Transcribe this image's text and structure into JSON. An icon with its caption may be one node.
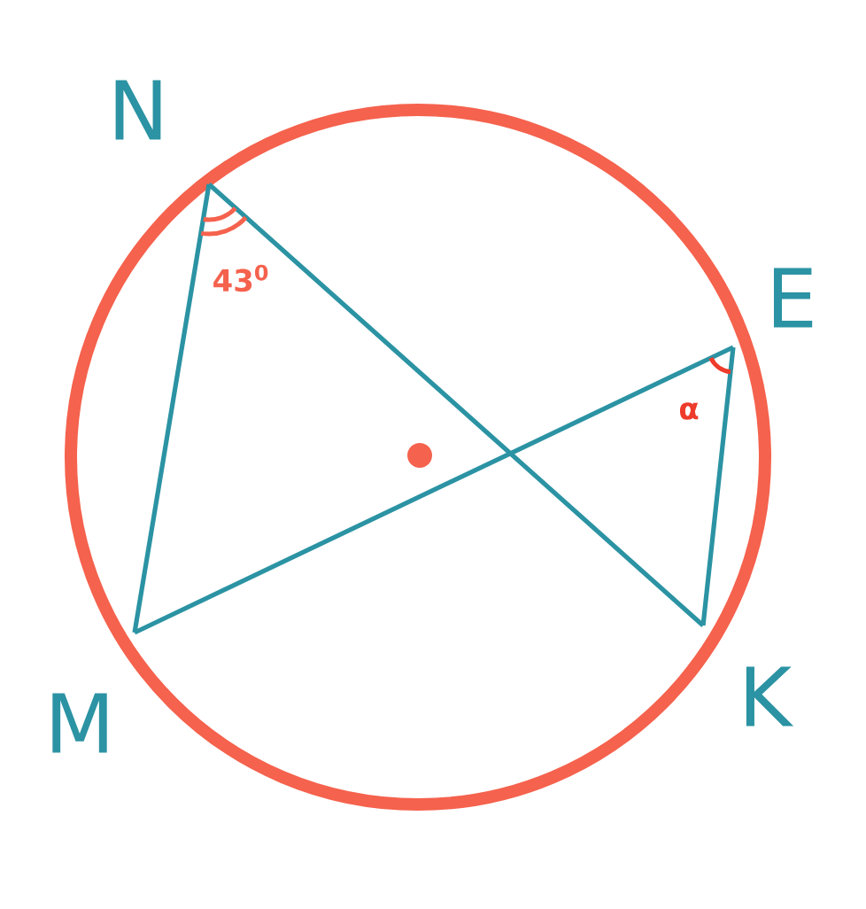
{
  "diagram": {
    "nodes": [
      {
        "text": [
          "N"
        ]
      },
      {
        "text": [
          "E"
        ]
      },
      {
        "text": [
          "K"
        ]
      },
      {
        "text": [
          "M"
        ]
      }
    ],
    "edges": [
      {
        "from": 0,
        "to": 3,
        "arrow": "none"
      },
      {
        "from": 0,
        "to": 2,
        "arrow": "none"
      },
      {
        "from": 1,
        "to": 3,
        "arrow": "none"
      },
      {
        "from": 1,
        "to": 2,
        "arrow": "none"
      }
    ],
    "labels": [
      "43$^{0}$",
      "α"
    ]
  }
}
